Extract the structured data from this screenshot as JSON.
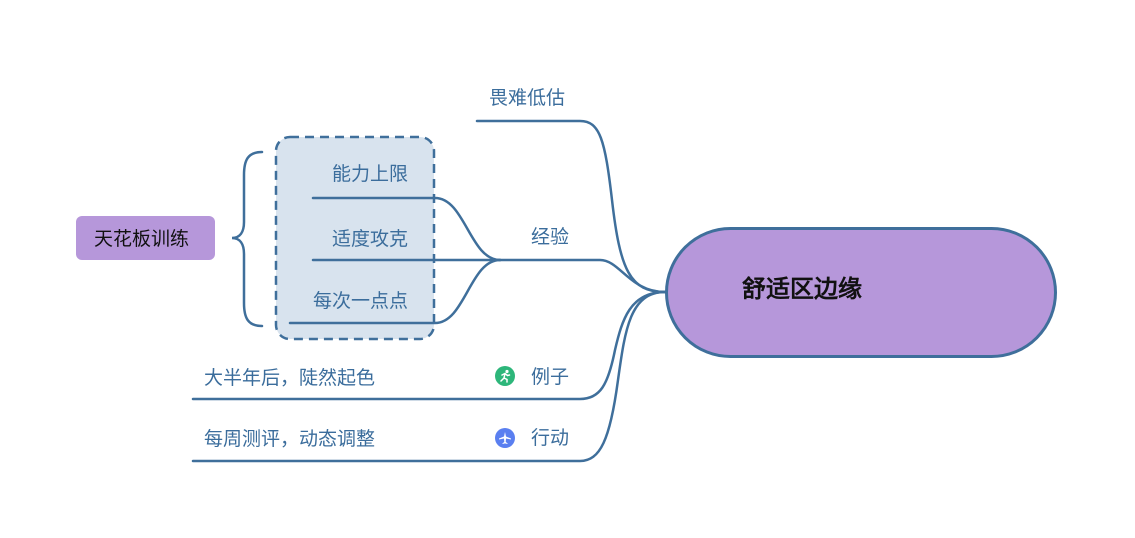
{
  "mindmap": {
    "root": {
      "label": "舒适区边缘",
      "icon": "people-group-icon"
    },
    "branches": [
      {
        "label": "畏难低估"
      },
      {
        "label": "经验",
        "children": [
          "能力上限",
          "适度攻克",
          "每次一点点"
        ],
        "summary": "天花板训练"
      },
      {
        "label": "例子",
        "marker": "running-person-icon",
        "marker_color": "#2db67a",
        "children": [
          "大半年后，陡然起色"
        ]
      },
      {
        "label": "行动",
        "marker": "airplane-icon",
        "marker_color": "#5a7ff0",
        "children": [
          "每周测评，动态调整"
        ]
      }
    ]
  },
  "colors": {
    "line": "#3f6f9b",
    "label_text": "#3b6d9c",
    "node_fill": "#b697da",
    "boundary_fill": "#d8e3ee"
  }
}
